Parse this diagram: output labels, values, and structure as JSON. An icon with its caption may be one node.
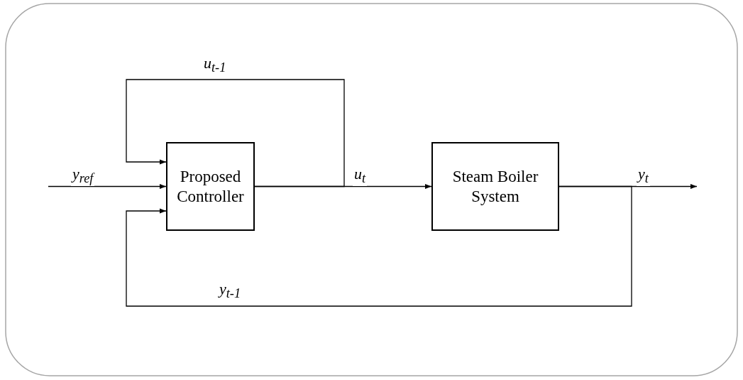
{
  "diagram": {
    "nodes": [
      {
        "text": [
          "Proposed Controller"
        ]
      },
      {
        "text": [
          "Steam Boiler System"
        ]
      }
    ],
    "edges": [
      {
        "from": null,
        "to": 0,
        "arrow": "to",
        "label": "y$_{ref}$"
      },
      {
        "from": 0,
        "to": 1,
        "arrow": "to",
        "label": "u$_{t}$"
      },
      {
        "from": 1,
        "to": null,
        "arrow": "to",
        "label": "y$_{t}$"
      },
      {
        "from": 0,
        "to": 0,
        "arrow": "to",
        "label": "u$_{t-1}$"
      },
      {
        "from": 1,
        "to": 0,
        "arrow": "to",
        "label": "y$_{t-1}$"
      }
    ]
  }
}
